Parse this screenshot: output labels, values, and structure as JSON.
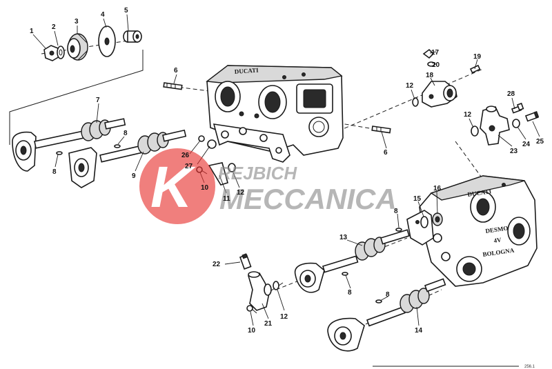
{
  "callouts": {
    "c1": "1",
    "c2": "2",
    "c3": "3",
    "c4": "4",
    "c5": "5",
    "c6a": "6",
    "c6b": "6",
    "c7": "7",
    "c8a": "8",
    "c8b": "8",
    "c8c": "8",
    "c8d": "8",
    "c8e": "8",
    "c9": "9",
    "c10a": "10",
    "c10b": "10",
    "c11": "11",
    "c12a": "12",
    "c12b": "12",
    "c12c": "12",
    "c12d": "12",
    "c13": "13",
    "c14": "14",
    "c15": "15",
    "c16": "16",
    "c17": "17",
    "c18": "18",
    "c19": "19",
    "c20": "20",
    "c21": "21",
    "c22": "22",
    "c23": "23",
    "c24": "24",
    "c25": "25",
    "c26": "26",
    "c27": "27",
    "c28": "28"
  },
  "embossed": {
    "head_upper": "DUCATI",
    "head_lower_1": "DUCATI",
    "head_lower_2": "DESMO",
    "head_lower_3": "4V",
    "head_lower_4": "BOLOGNA"
  },
  "watermark": {
    "line1": "REJBICH",
    "line2": "MECCANICA",
    "logo_letter": "K",
    "color": "#e8312f"
  },
  "footer": {
    "code": "256.1"
  }
}
